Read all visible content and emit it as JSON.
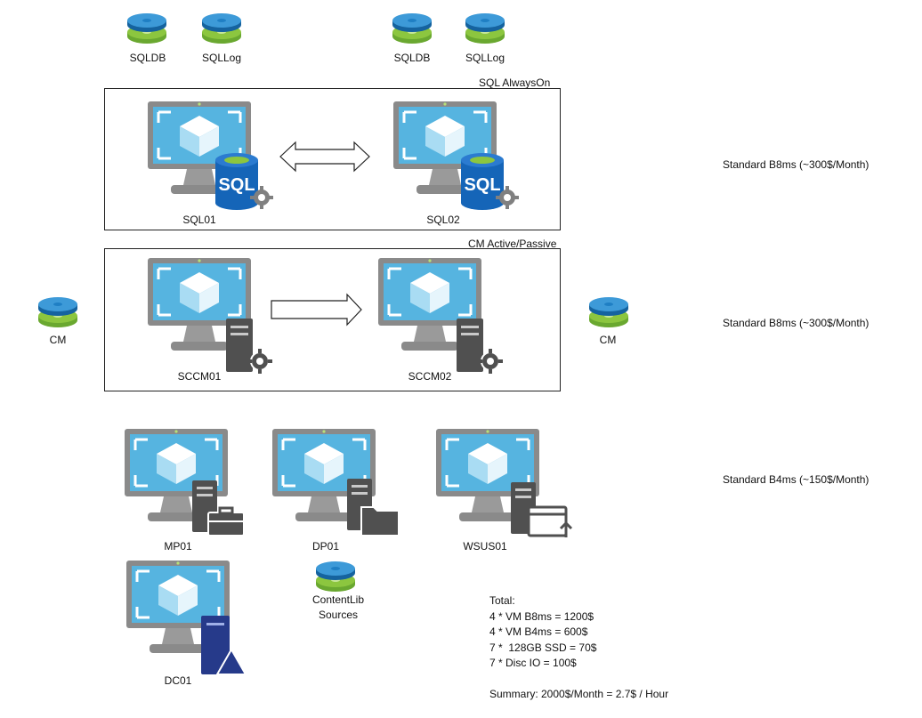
{
  "disks_top": [
    "SQLDB",
    "SQLLog",
    "SQLDB",
    "SQLLog"
  ],
  "sql_group": {
    "label": "SQL AlwaysOn",
    "servers": [
      "SQL01",
      "SQL02"
    ]
  },
  "cm_group": {
    "label": "CM Active/Passive",
    "servers": [
      "SCCM01",
      "SCCM02"
    ],
    "disks": [
      "CM",
      "CM"
    ]
  },
  "role_servers": [
    "MP01",
    "DP01",
    "WSUS01",
    "DC01"
  ],
  "contentlib_disk": [
    "ContentLib",
    "Sources"
  ],
  "pricing": [
    "Standard B8ms (~300$/Month)",
    "Standard B8ms (~300$/Month)",
    "Standard B4ms (~150$/Month)"
  ],
  "totals": {
    "heading": "Total:",
    "lines": [
      "4 * VM B8ms = 1200$",
      "4 * VM B4ms = 600$",
      "7 *  128GB SSD = 70$",
      "7 * Disc IO = 100$"
    ],
    "summary": "Summary: 2000$/Month = 2.7$ / Hour"
  },
  "colors": {
    "monitor_frame": "#8a8a8a",
    "screen": "#56b4e0",
    "cube_dark": "#2f8fc9",
    "disk_blue": "#1f7fc4",
    "disk_green": "#8cc63f",
    "sql_blue": "#1565b8",
    "server_gray": "#505050",
    "dc_navy": "#263a8a"
  },
  "icons": {
    "disk": "managed-disk-icon",
    "vm": "virtual-machine-icon",
    "sql": "sql-database-icon",
    "server": "server-gear-icon"
  }
}
